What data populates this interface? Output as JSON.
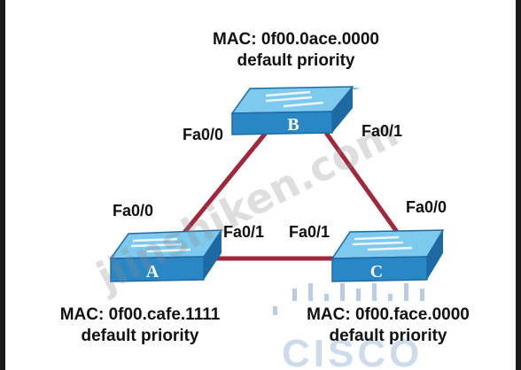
{
  "switches": {
    "b": {
      "letter": "B",
      "mac": "MAC: 0f00.0ace.0000",
      "priority": "default priority",
      "port_left": "Fa0/0",
      "port_right": "Fa0/1"
    },
    "a": {
      "letter": "A",
      "mac": "MAC: 0f00.cafe.1111",
      "priority": "default priority",
      "port_top": "Fa0/0",
      "port_right": "Fa0/1"
    },
    "c": {
      "letter": "C",
      "mac": "MAC: 0f00.face.0000",
      "priority": "default priority",
      "port_top": "Fa0/0",
      "port_left": "Fa0/1"
    }
  },
  "watermark": {
    "text": "jiinshiken.com"
  },
  "logo": {
    "word": "CISCO"
  },
  "colors": {
    "link": "#a0283a",
    "switch_top": "#7ec9ee",
    "switch_front": "#2a87c6",
    "switch_side": "#1d6aa3"
  }
}
